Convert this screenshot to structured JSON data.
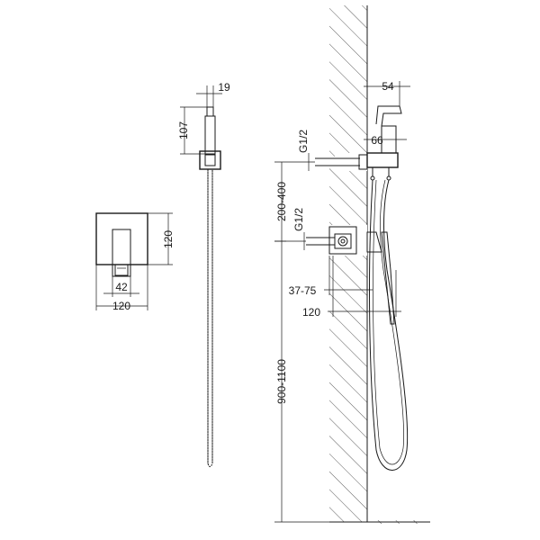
{
  "dimensions": {
    "top_width": "19",
    "handset_length": "107",
    "plate_height": "120",
    "handle_width": "42",
    "plate_width": "120",
    "handset_offset": "54",
    "handset_depth": "66",
    "thread_top": "G1/2",
    "thread_bottom": "G1/2",
    "vertical_spacing": "200-400",
    "wall_depth": "37-75",
    "plate_projection": "120",
    "mount_height": "900-1100"
  }
}
